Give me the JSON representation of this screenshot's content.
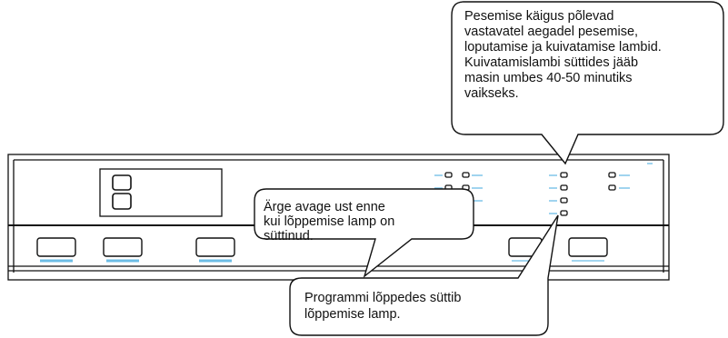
{
  "callouts": {
    "wash_cycle_lamps": {
      "lines": [
        "Pesemise käigus põlevad",
        "vastavatel aegadel pesemise,",
        "loputamise ja kuivatamise lambid.",
        "Kuivatamislambi süttides jääb",
        "masin umbes 40-50 minutiks",
        "vaikseks."
      ]
    },
    "do_not_open_door": {
      "lines": [
        "Ärge avage ust enne",
        "kui lõppemise lamp on",
        "süttinud."
      ]
    },
    "end_lamp": {
      "lines": [
        "Programmi lõppedes süttib",
        "lõppemise lamp."
      ]
    }
  },
  "panel": {
    "display_digit": "8",
    "accent_color": "#6cbde6",
    "outline_color": "#111111"
  }
}
